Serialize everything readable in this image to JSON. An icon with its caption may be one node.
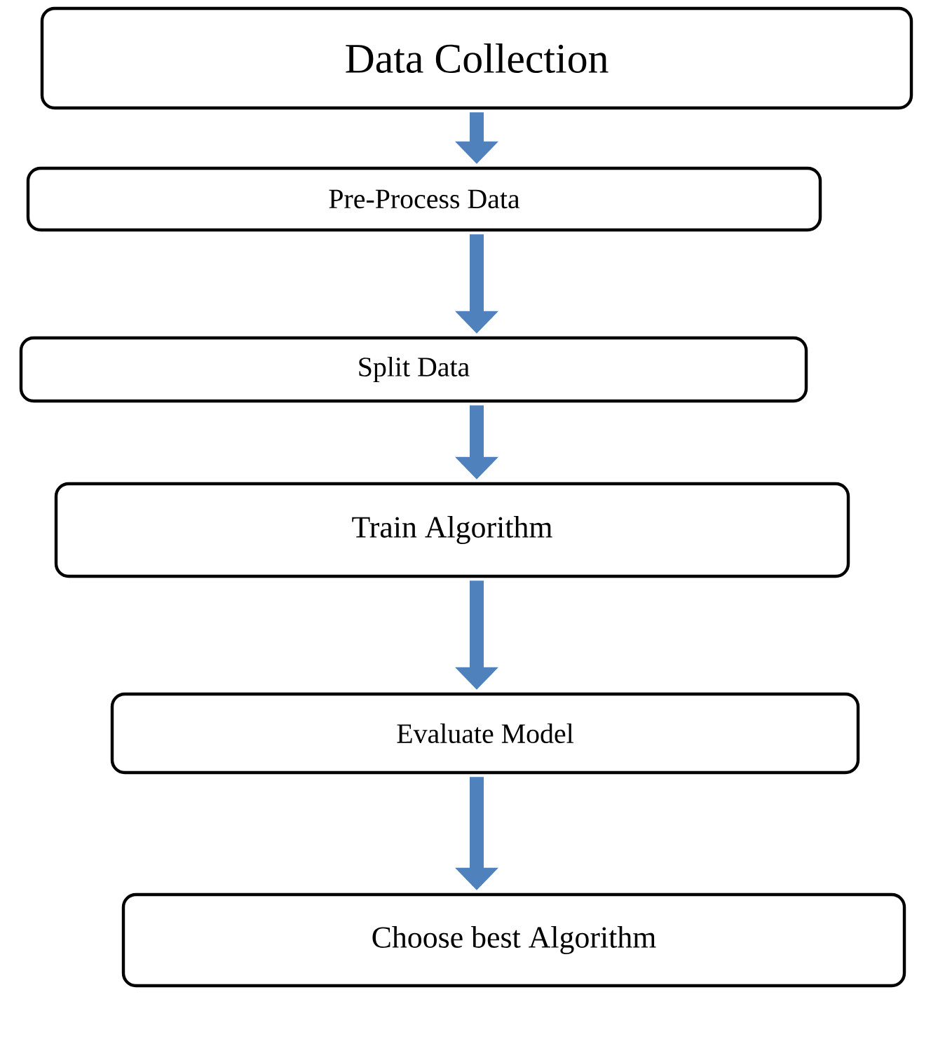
{
  "diagram": {
    "nodes": [
      {
        "text": [
          "Data Collection"
        ]
      },
      {
        "text": [
          "Pre-Process Data"
        ]
      },
      {
        "text": [
          "Split Data"
        ]
      },
      {
        "text": [
          "Train Algorithm"
        ]
      },
      {
        "text": [
          "Evaluate Model"
        ]
      },
      {
        "text": [
          "Choose best Algorithm"
        ]
      }
    ],
    "edges": [
      {
        "from": 0,
        "to": 1,
        "arrow": "to"
      },
      {
        "from": 1,
        "to": 2,
        "arrow": "to"
      },
      {
        "from": 2,
        "to": 3,
        "arrow": "to"
      },
      {
        "from": 3,
        "to": 4,
        "arrow": "to"
      },
      {
        "from": 4,
        "to": 5,
        "arrow": "to"
      }
    ]
  }
}
